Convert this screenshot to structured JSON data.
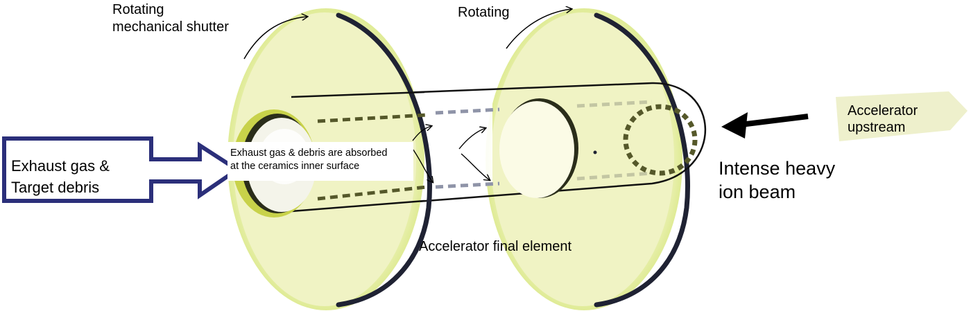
{
  "labels": {
    "shutter_left_line1": "Rotating",
    "shutter_left_line2": "mechanical shutter",
    "shutter_right": "Rotating",
    "exhaust_line1": "Exhaust gas &",
    "exhaust_line2": "Target debris",
    "absorbed_line1": "Exhaust gas & debris are absorbed",
    "absorbed_line2": "at the ceramics inner surface",
    "final_element": "Accelerator final element",
    "beam_line1": "Intense heavy",
    "beam_line2": "ion beam",
    "upstream_line1": "Accelerator",
    "upstream_line2": "upstream"
  },
  "colors": {
    "disk_fill": "#f0f3c2",
    "disk_glow": "#e3ed9e",
    "disk_rim": "#1f2233",
    "debris_arrow": "#2b2f7a",
    "dashes": "#55582a",
    "dashes_light": "#8f94a8",
    "upstream_arrow": "#eef0cc",
    "beam_arrow": "#000000"
  }
}
